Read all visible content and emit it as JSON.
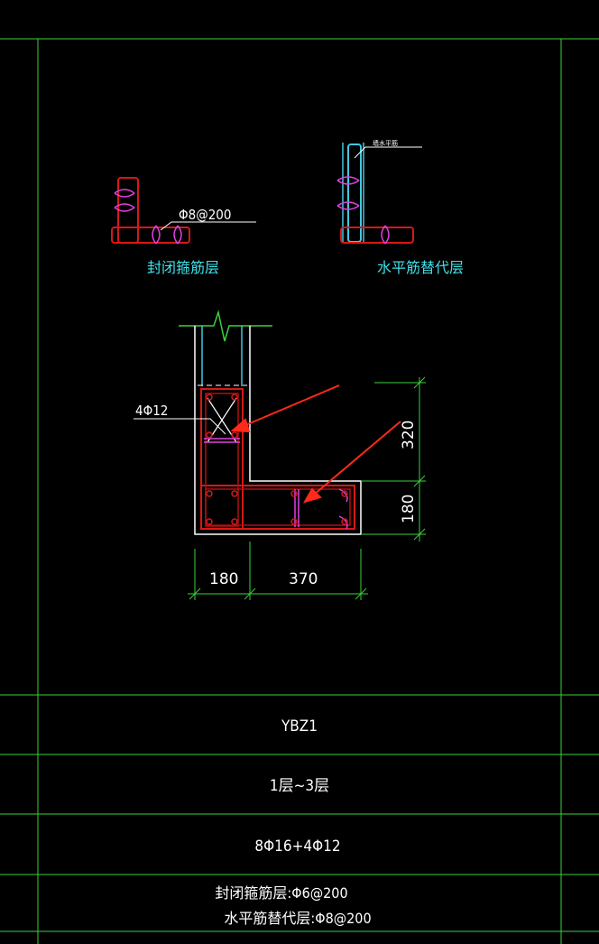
{
  "drawing": {
    "label_closed_stirrup": "封闭箍筋层",
    "label_horizontal_sub": "水平筋替代层",
    "spec_stirrup_top": "Φ8@200",
    "note_small": "墙水平筋",
    "bars_label": "4Φ12",
    "dim_vertical_top": "320",
    "dim_vertical_bottom": "180",
    "dim_horizontal_left": "180",
    "dim_horizontal_right": "370"
  },
  "table": {
    "name": "YBZ1",
    "floors": "1层~3层",
    "longitudinal": "8Φ16+4Φ12",
    "stirrup_line1": "封闭箍筋层:Φ6@200",
    "stirrup_line2": "水平筋替代层:Φ8@200"
  },
  "colors": {
    "background": "#000000",
    "frame_line": "#3ad23a",
    "concrete_outline": "#ffffff",
    "wall_cyan": "#40c8e0",
    "rebar_red": "#d81818",
    "hook_magenta": "#e040e0",
    "annotation_arrow": "#ff2a1a",
    "text_white": "#ffffff",
    "text_cyan": "#40e0e8"
  }
}
